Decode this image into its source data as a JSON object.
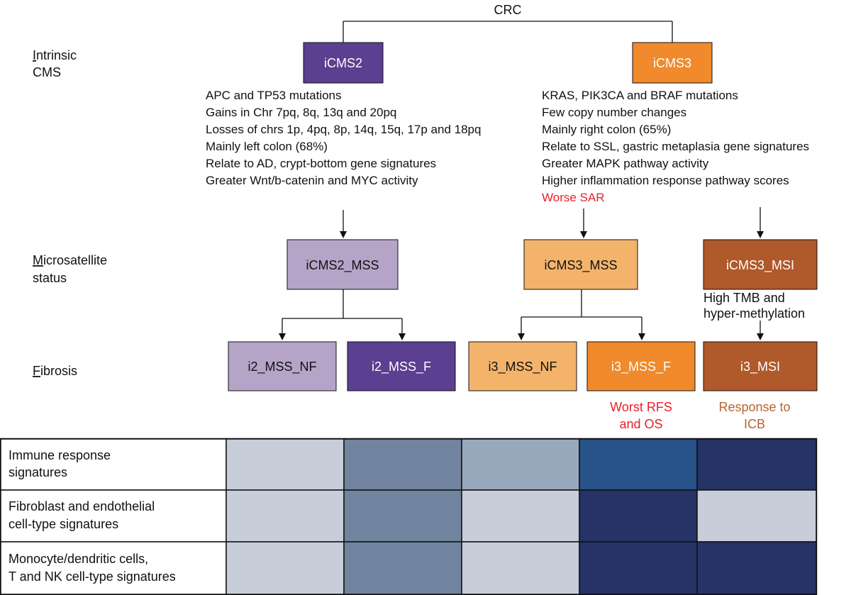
{
  "root": {
    "label": "CRC"
  },
  "row_labels": {
    "intrinsic": {
      "initial": "I",
      "rest": "ntrinsic",
      "line2": "CMS"
    },
    "microsatellite": {
      "initial": "M",
      "rest": "icrosatellite",
      "line2": "status"
    },
    "fibrosis": {
      "initial": "F",
      "rest": "ibrosis"
    }
  },
  "nodes": {
    "icms2": "iCMS2",
    "icms3": "iCMS3",
    "icms2_mss": "iCMS2_MSS",
    "icms3_mss": "iCMS3_MSS",
    "icms3_msi": "iCMS3_MSI",
    "i2_mss_nf": "i2_MSS_NF",
    "i2_mss_f": "i2_MSS_F",
    "i3_mss_nf": "i3_MSS_NF",
    "i3_mss_f": "i3_MSS_F",
    "i3_msi": "i3_MSI"
  },
  "icms2_features": [
    "APC and TP53 mutations",
    "Gains in Chr 7pq, 8q, 13q and 20pq",
    "Losses of chrs 1p, 4pq, 8p, 14q, 15q, 17p and 18pq",
    "Mainly left colon (68%)",
    "Relate to AD, crypt-bottom gene signatures",
    "Greater Wnt/b-catenin and MYC activity"
  ],
  "icms3_features": [
    "KRAS, PIK3CA and BRAF mutations",
    "Few copy number changes",
    "Mainly right colon (65%)",
    "Relate to SSL, gastric metaplasia gene signatures",
    "Greater MAPK pathway activity",
    "Higher inflammation response pathway scores"
  ],
  "icms3_highlight": "Worse SAR",
  "msi_note": [
    "High TMB and",
    "hyper-methylation"
  ],
  "outcomes": {
    "i3_mss_f": [
      "Worst RFS",
      "and OS"
    ],
    "i3_msi": [
      "Response to",
      "ICB"
    ]
  },
  "colors": {
    "icms2": "#5b3f91",
    "icms2_light": "#b6a4c8",
    "icms3": "#f08a2c",
    "icms3_light": "#f4b36b",
    "msi": "#b0592a",
    "red_text": "#e8202a",
    "brown_text": "#b5652e"
  },
  "heatmap": {
    "rows": [
      {
        "label": [
          "Immune response",
          "signatures"
        ],
        "cells": [
          "#c7cdd9",
          "#71849f",
          "#98a8bd",
          "#27528a",
          "#263366"
        ]
      },
      {
        "label": [
          "Fibroblast and endothelial",
          "cell-type signatures"
        ],
        "cells": [
          "#c7cdd9",
          "#71849f",
          "#c7cdd9",
          "#263366",
          "#c7cdd9"
        ]
      },
      {
        "label": [
          "Monocyte/dendritic cells,",
          "T and NK cell-type signatures"
        ],
        "cells": [
          "#c7cdd9",
          "#71849f",
          "#c7cdd9",
          "#263366",
          "#263366"
        ]
      }
    ]
  }
}
